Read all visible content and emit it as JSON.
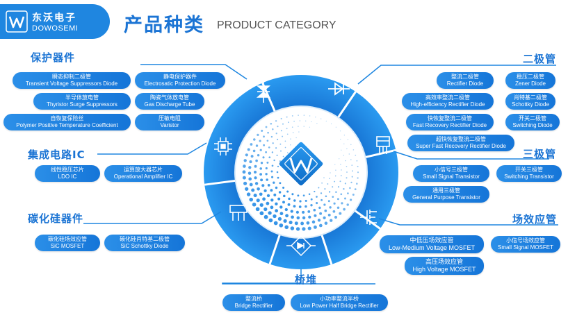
{
  "brand": {
    "name_cn": "东沃电子",
    "name_en": "DOWOSEMI"
  },
  "header": {
    "title": "产品种类",
    "subtitle": "PRODUCT CATEGORY"
  },
  "colors": {
    "primary": "#1b74d4",
    "pill": "#1f86e0",
    "dark": "#0e6cc8",
    "light": "#e9f3fc"
  },
  "sections": {
    "protection": {
      "title": "保护器件",
      "items": [
        {
          "cn": "瞬态抑制二极管",
          "en": "Transient Voltage Suppressors Diode"
        },
        {
          "cn": "静电保护器件",
          "en": "Electrosatic Protection Diode"
        },
        {
          "cn": "半导体放电管",
          "en": "Thyristor Surge Suppressors"
        },
        {
          "cn": "陶瓷气体放电管",
          "en": "Gas Discharge Tube"
        },
        {
          "cn": "自恢复保险丝",
          "en": "Polymer Positive Temperature Coefficient"
        },
        {
          "cn": "压敏电阻",
          "en": "Varistor"
        }
      ]
    },
    "ic": {
      "title": "集成电路IC",
      "items": [
        {
          "cn": "线性稳压芯片",
          "en": "LDO IC"
        },
        {
          "cn": "运算放大器芯片",
          "en": "Operational Amplifier IC"
        }
      ]
    },
    "sic": {
      "title": "碳化硅器件",
      "items": [
        {
          "cn": "碳化硅场效应管",
          "en": "SiC MOSFET"
        },
        {
          "cn": "碳化硅肖特基二极管",
          "en": "SiC Schottky Diode"
        }
      ]
    },
    "diode": {
      "title": "二极管",
      "items": [
        {
          "cn": "整流二极管",
          "en": "Rectifier Diode"
        },
        {
          "cn": "稳压二极管",
          "en": "Zener Diode"
        },
        {
          "cn": "高效率整流二极管",
          "en": "High-efficiency Rectifier Diode"
        },
        {
          "cn": "肖特基二极管",
          "en": "Schottky Diode"
        },
        {
          "cn": "快恢复整流二极管",
          "en": "Fast Recovery Rectifier Diode"
        },
        {
          "cn": "开关二极管",
          "en": "Switching Diode"
        },
        {
          "cn": "超快恢复整流二极管",
          "en": "Super Fast Recovery Rectifier Diode"
        }
      ]
    },
    "transistor": {
      "title": "三极管",
      "items": [
        {
          "cn": "小信号三极管",
          "en": "Small Signal Transistor"
        },
        {
          "cn": "开关三极管",
          "en": "Switching Transistor"
        },
        {
          "cn": "通用三极管",
          "en": "General Purpose Transistor"
        }
      ]
    },
    "mosfet": {
      "title": "场效应管",
      "items": [
        {
          "cn": "中低压场效应管",
          "en": "Low-Medium Voltage MOSFET"
        },
        {
          "cn": "小信号场效应管",
          "en": "Small Signal MOSFET"
        },
        {
          "cn": "高压场效应管",
          "en": "High Voltage MOSFET"
        }
      ]
    },
    "bridge": {
      "title": "桥堆",
      "items": [
        {
          "cn": "整流桥",
          "en": "Bridge Rectifier"
        },
        {
          "cn": "小功率整流半桥",
          "en": "Low Power Half Bridge Rectifier"
        }
      ]
    }
  },
  "wheel_segments": [
    {
      "icon": "tvs-bidirectional-icon"
    },
    {
      "icon": "diode-icon"
    },
    {
      "icon": "to-package-transistor-icon"
    },
    {
      "icon": "mosfet-icon"
    },
    {
      "icon": "bridge-rectifier-icon"
    },
    {
      "icon": "sic-package-icon"
    },
    {
      "icon": "ic-chip-icon"
    }
  ]
}
